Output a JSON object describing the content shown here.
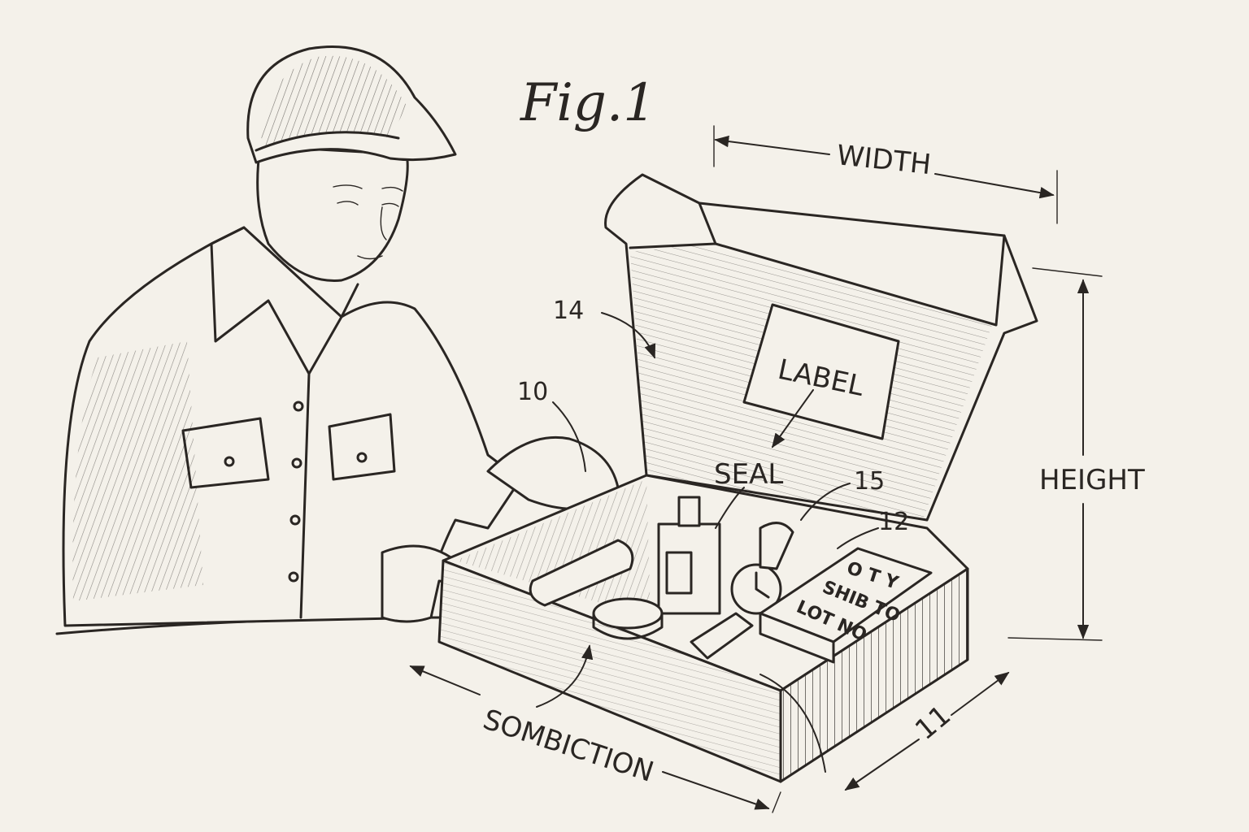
{
  "figure": {
    "title": "Fig.1",
    "dimensions": {
      "width": "WIDTH",
      "height": "HEIGHT",
      "length": "SOMBICTION",
      "depth": "11"
    },
    "labels": {
      "label_panel": "LABEL",
      "seal": "SEAL"
    },
    "reference_numerals": {
      "lid": "14",
      "item": "10",
      "watch": "15",
      "card": "12"
    },
    "card_lines": [
      "O T Y",
      "SHIB TO",
      "LOT NO"
    ],
    "colors": {
      "paper": "#f4f1ea",
      "ink": "#2a2623"
    }
  }
}
